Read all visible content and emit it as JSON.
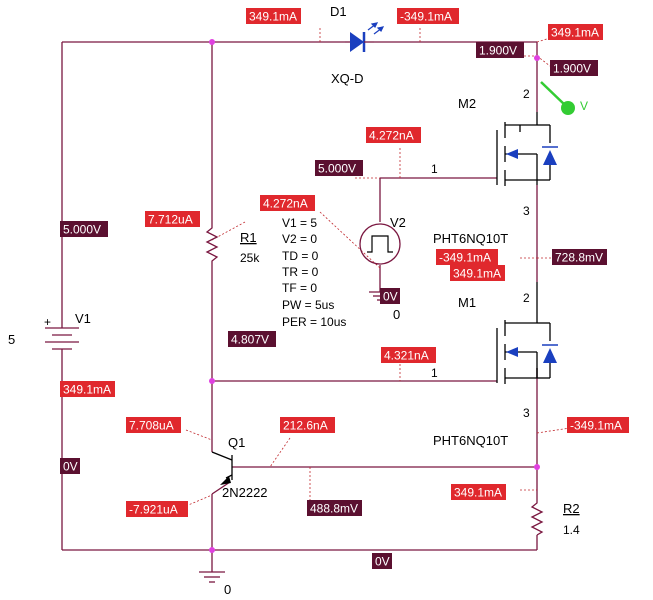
{
  "colors": {
    "wire": "#7a1740",
    "node": "#e040e0",
    "current_tag": "#e0282d",
    "voltage_tag": "#5b1030",
    "led": "#1a3fbf",
    "probe": "#33cc33"
  },
  "components": {
    "d1_name": "D1",
    "d1_model": "XQ-D",
    "m2_name": "M2",
    "m1_name": "M1",
    "m2_model": "PHT6NQ10T",
    "m1_model": "PHT6NQ10T",
    "v1_name": "V1",
    "v1_value": "5",
    "v2_name": "V2",
    "r1_name": "R1",
    "r1_value": "25k",
    "r2_name": "R2",
    "r2_value": "1.4",
    "q1_name": "Q1",
    "q1_model": "2N2222",
    "ground1": "0",
    "ground2": "0",
    "probe_label": "V",
    "pins": {
      "m2_drain": "2",
      "m2_gate": "1",
      "m2_source": "3",
      "m1_drain": "2",
      "m1_gate": "1",
      "m1_source": "3"
    },
    "v2_params": [
      "V1 = 5",
      "V2 = 0",
      "TD = 0",
      "TR = 0",
      "TF = 0",
      "PW = 5us",
      "PER = 10us"
    ]
  },
  "tags": {
    "i_d1_in": "349.1mA",
    "i_d1_out": "-349.1mA",
    "i_m2_drain": "349.1mA",
    "v_m2_drain_a": "1.900V",
    "v_m2_drain_b": "1.900V",
    "i_m2_gate": "4.272nA",
    "v_m2_gate": "5.000V",
    "i_v2": "4.272nA",
    "v_v1": "5.000V",
    "i_r1": "7.712uA",
    "v_node_mid": "728.8mV",
    "i_m2_source": "-349.1mA",
    "i_m1_drain": "349.1mA",
    "v_v2_gnd": "0V",
    "v_r1_bottom": "4.807V",
    "i_m1_gate": "4.321nA",
    "i_v1": "349.1mA",
    "i_q1_col": "7.708uA",
    "i_q1_base": "212.6nA",
    "i_m1_source": "-349.1mA",
    "v_left_bottom": "0V",
    "i_r2": "349.1mA",
    "i_q1_emit": "-7.921uA",
    "v_q1_base": "488.8mV",
    "v_gnd": "0V"
  }
}
